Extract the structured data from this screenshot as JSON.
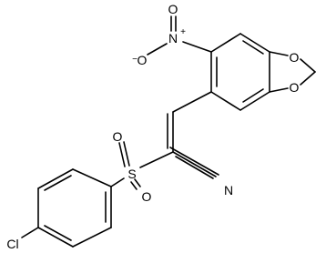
{
  "structure": {
    "atom_labels": {
      "nitro_n": "N",
      "nitro_n_charge": "+",
      "nitro_o_top": "O",
      "nitro_o_minus": "O",
      "nitro_o_minus_charge": "−",
      "dioxole_o_top": "O",
      "dioxole_o_bottom": "O",
      "sulfonyl_o_top": "O",
      "sulfonyl_s": "S",
      "sulfonyl_o_bottom": "O",
      "nitrile_n": "N",
      "chloro": "Cl"
    },
    "colors": {
      "line": "#000000",
      "background": "#ffffff"
    }
  }
}
